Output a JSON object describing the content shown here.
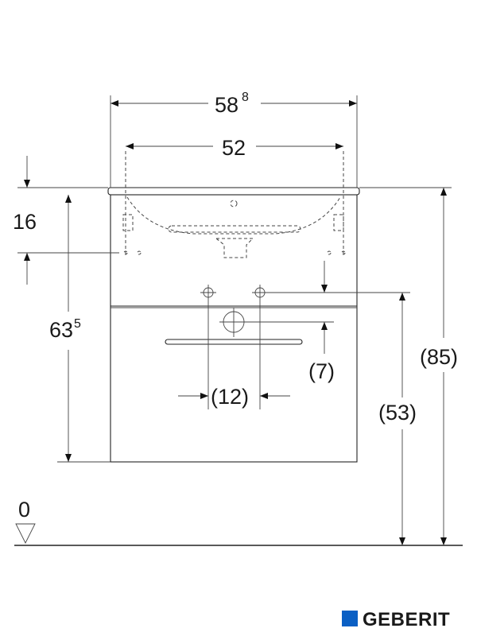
{
  "dimensions": {
    "total_width": {
      "main": "58",
      "sup": "8"
    },
    "basin_width": "52",
    "top_offset": "16",
    "cabinet_height": {
      "main": "63",
      "sup": "5"
    },
    "drain_offset": "(7)",
    "pipe_spacing": "(12)",
    "drain_height": "(53)",
    "total_height": "(85)",
    "floor_level": "0"
  },
  "logo": {
    "text": "GEBERIT",
    "color": "#0a5fc4"
  }
}
